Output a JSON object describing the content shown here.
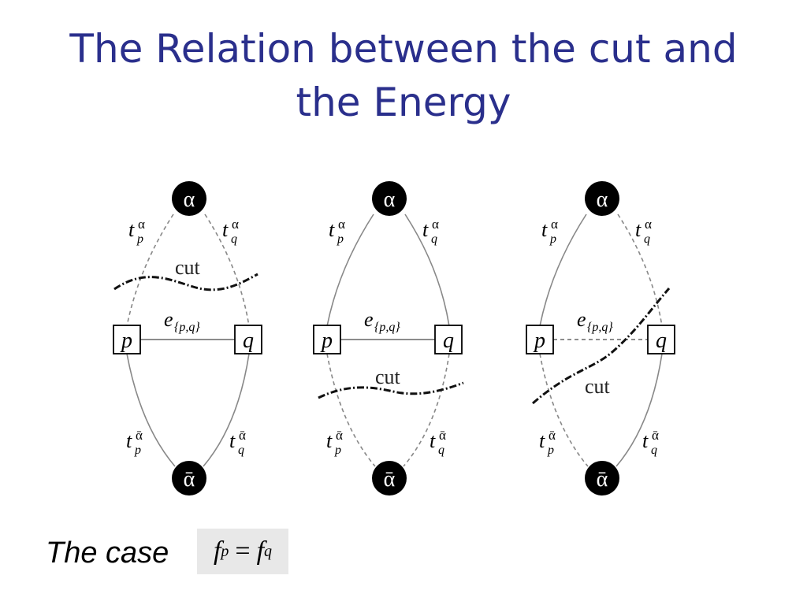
{
  "title": {
    "line1": "The Relation between the cut and",
    "line2": "the Energy"
  },
  "symbols": {
    "source": "α",
    "sink": "ᾱ",
    "node_p": "p",
    "node_q": "q",
    "t": "t",
    "sub_p": "p",
    "sub_q": "q",
    "sup_alpha": "α",
    "sup_alpha_bar": "ᾱ",
    "edge_label": "e",
    "edge_sub": "{p,q}",
    "cut_label": "cut"
  },
  "panels": [
    {
      "id": "panel-1",
      "cut": "top",
      "severed": [
        "t_p_alpha",
        "t_q_alpha"
      ]
    },
    {
      "id": "panel-2",
      "cut": "bottom",
      "severed": [
        "t_p_alpha_bar",
        "t_q_alpha_bar"
      ]
    },
    {
      "id": "panel-3",
      "cut": "diagonal",
      "severed": [
        "t_q_alpha",
        "t_p_alpha_bar",
        "e_pq"
      ]
    }
  ],
  "caption": {
    "text": "The case",
    "formula_lhs": "f",
    "formula_lhs_sub": "p",
    "formula_eq": "=",
    "formula_rhs": "f",
    "formula_rhs_sub": "q"
  }
}
